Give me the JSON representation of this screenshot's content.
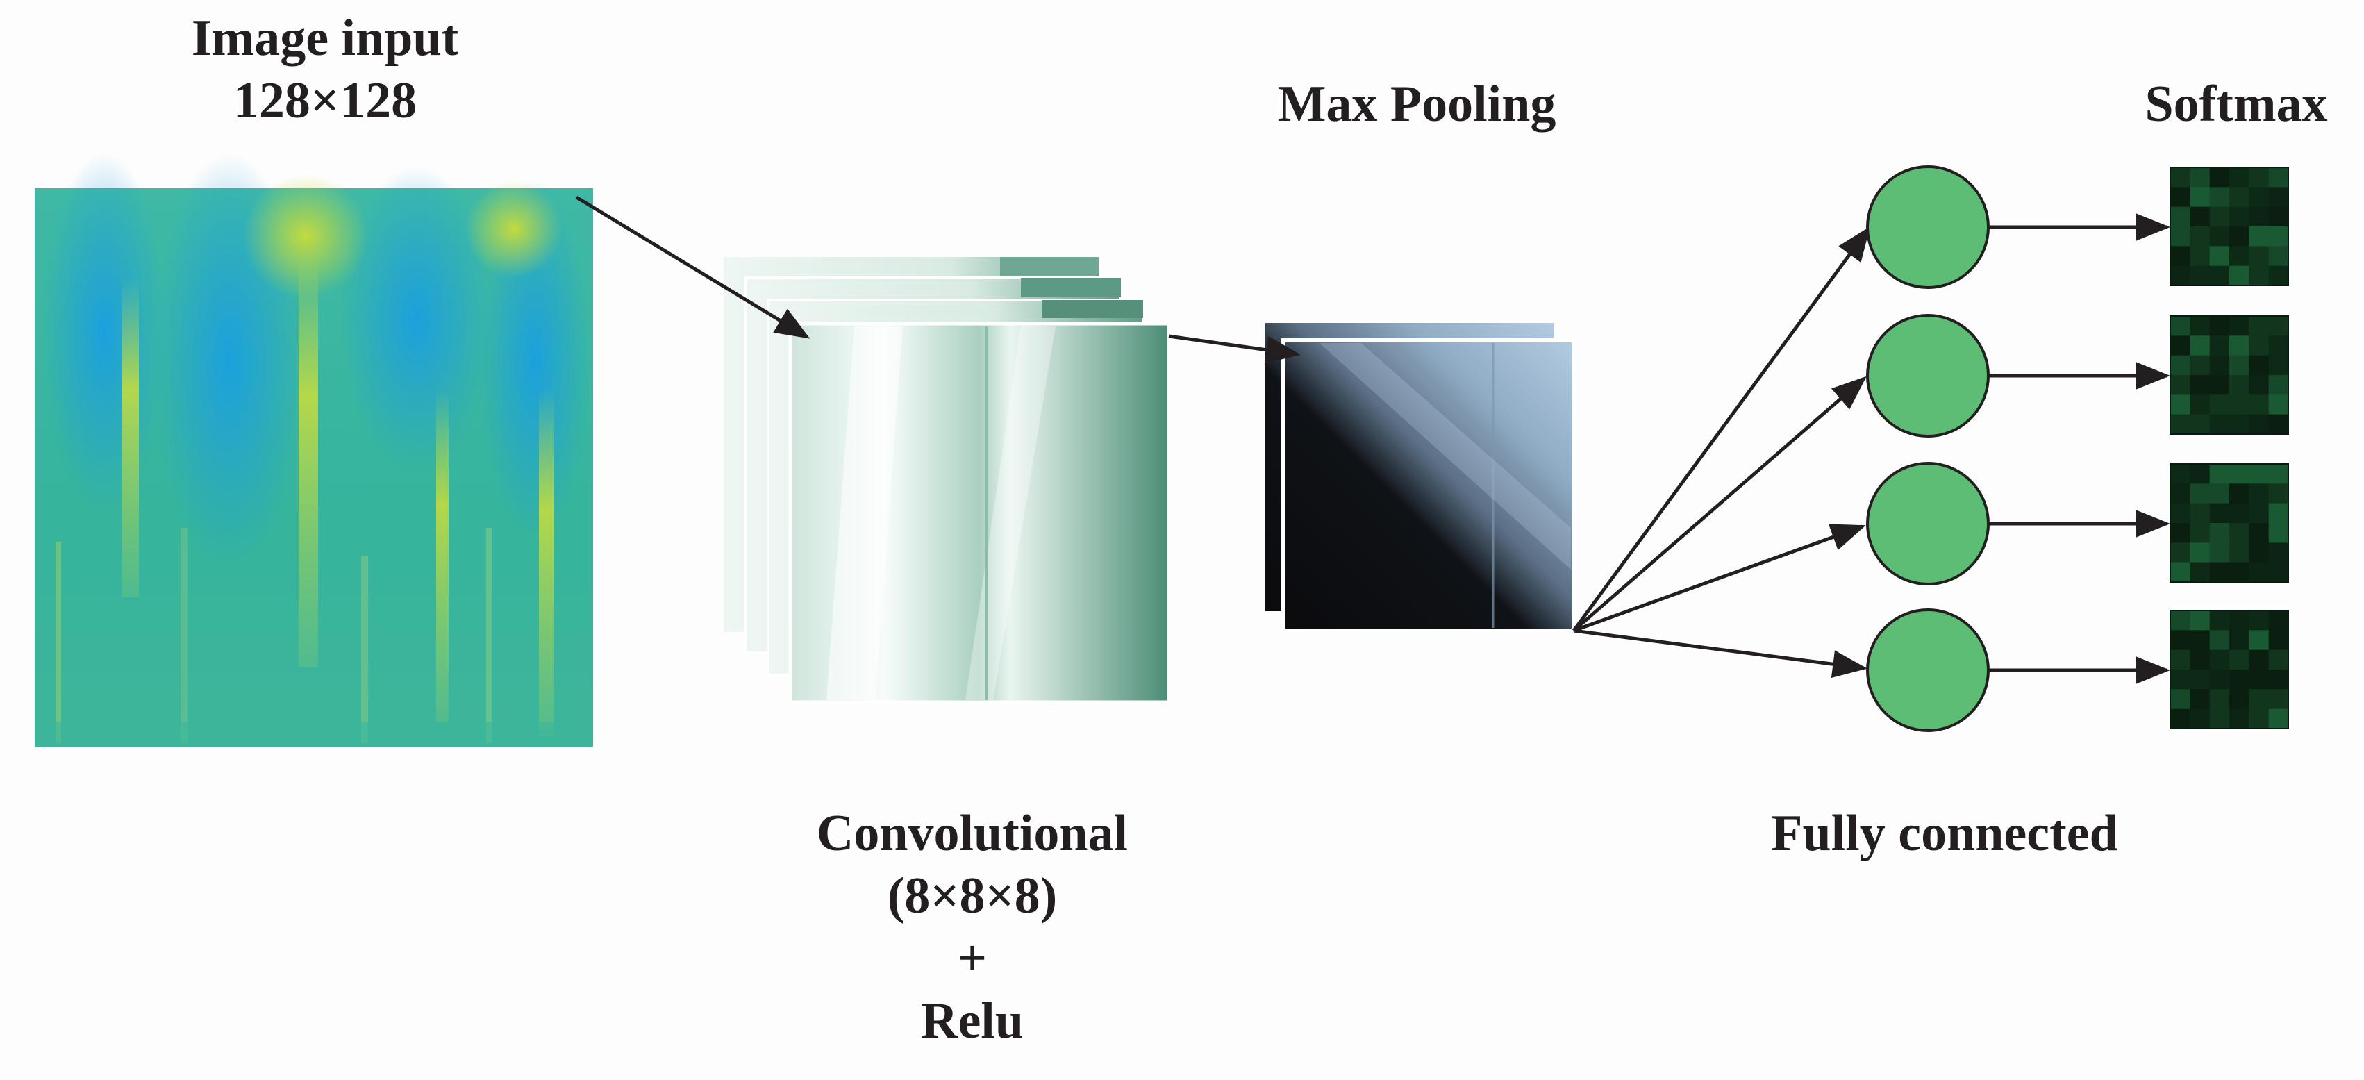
{
  "labels": {
    "input_line1": "Image input",
    "input_line2": "128×128",
    "conv_line1": "Convolutional",
    "conv_line2": "(8×8×8)",
    "conv_line3": "+",
    "conv_line4": "Relu",
    "pool": "Max Pooling",
    "fc": "Fully connected",
    "softmax": "Softmax"
  },
  "colors": {
    "input_base": "#3ab8a0",
    "input_blue": "#1aa4de",
    "input_yellow": "#b6d94a",
    "conv_dark": "#4e8f78",
    "conv_light": "#f4faf7",
    "pool_dark": "#0b0b0e",
    "pool_light": "#a6c2dc",
    "node_fill": "#5dbd74",
    "node_stroke": "#231f20",
    "softmax_dark": "#0a1f10",
    "softmax_mid": "#16492a",
    "arrow": "#231f20"
  },
  "layers": {
    "conv_feature_maps": 4,
    "pool_feature_maps": 2,
    "fc_nodes": 4,
    "softmax_outputs": 4
  }
}
